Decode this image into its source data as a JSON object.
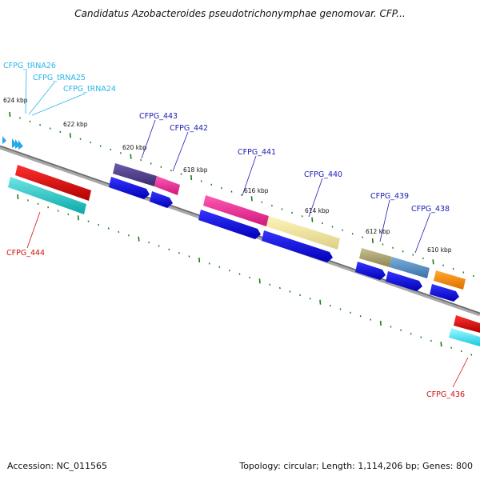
{
  "title": "Candidatus Azobacteroides pseudotrichonymphae genomovar. CFP...",
  "footer": {
    "accession": "Accession: NC_011565",
    "summary": "Topology: circular; Length: 1,114,206 bp; Genes: 800"
  },
  "colors": {
    "backbone": "#808080",
    "tick": "#1a7a1a",
    "trna_label": "#29b6e8",
    "cds_label": "#1c1cb4",
    "rrna_label": "#d01010"
  },
  "scale_labels": [
    "624 kbp",
    "622 kbp",
    "620 kbp",
    "618 kbp",
    "616 kbp",
    "614 kbp",
    "612 kbp",
    "610 kbp"
  ],
  "features": [
    {
      "label": "CFPG_tRNA26",
      "kind": "trna"
    },
    {
      "label": "CFPG_tRNA25",
      "kind": "trna"
    },
    {
      "label": "CFPG_tRNA24",
      "kind": "trna"
    },
    {
      "label": "CFPG_443",
      "kind": "cds"
    },
    {
      "label": "CFPG_442",
      "kind": "cds"
    },
    {
      "label": "CFPG_441",
      "kind": "cds"
    },
    {
      "label": "CFPG_440",
      "kind": "cds"
    },
    {
      "label": "CFPG_439",
      "kind": "cds"
    },
    {
      "label": "CFPG_438",
      "kind": "cds"
    },
    {
      "label": "CFPG_444",
      "kind": "rrna"
    },
    {
      "label": "CFPG_436",
      "kind": "rrna"
    }
  ]
}
